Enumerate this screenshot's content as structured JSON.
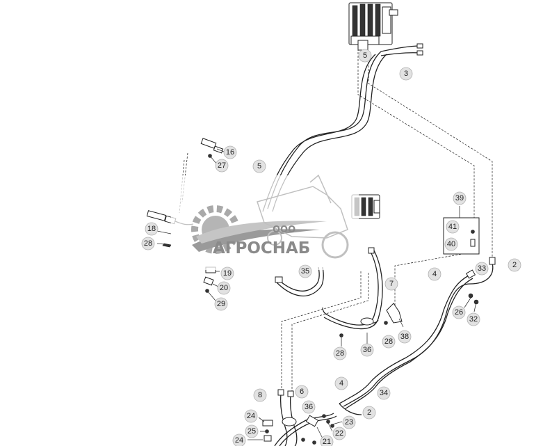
{
  "callouts": [
    "5",
    "3",
    "16",
    "27",
    "5",
    "39",
    "41",
    "40",
    "18",
    "28",
    "19",
    "20",
    "29",
    "33",
    "35",
    "7",
    "2",
    "4",
    "26",
    "32",
    "28",
    "38",
    "36",
    "28",
    "8",
    "6",
    "4",
    "34",
    "36",
    "2",
    "24",
    "25",
    "23",
    "22",
    "24",
    "21"
  ],
  "watermark": {
    "prefix": "ООО",
    "name": "АГРОСНАБ"
  },
  "colors": {
    "line": "#222222",
    "callout_fill": "#e2e2e2",
    "watermark": "#8a8a8a"
  }
}
